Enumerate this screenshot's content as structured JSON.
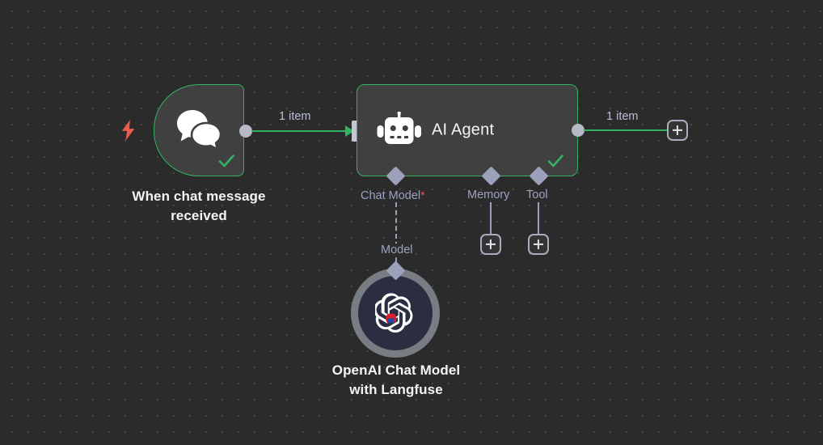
{
  "canvas": {
    "background_color": "#2b2b2b",
    "grid_dot_color": "#4a4a4a",
    "accent_success": "#32b362",
    "accent_trigger": "#ef5a4a",
    "node_fill": "#404040",
    "port_color": "#b6bac6"
  },
  "nodes": {
    "trigger": {
      "label": "When chat message\nreceived",
      "icon": "chat-bubbles-icon",
      "trigger_icon": "lightning-bolt-icon",
      "status_icon": "check-icon",
      "border_color": "#32b362"
    },
    "agent": {
      "title": "AI Agent",
      "icon": "robot-icon",
      "status_icon": "check-icon",
      "border_color": "#32b362"
    },
    "model": {
      "label": "OpenAI Chat Model\nwith Langfuse",
      "icon": "openai-logo-icon",
      "badge_icon": "magnet-icon",
      "ring_color": "#787d84",
      "inner_color": "#2b2e40"
    }
  },
  "connections": {
    "trigger_to_agent": {
      "label": "1 item"
    },
    "agent_to_next": {
      "label": "1 item"
    }
  },
  "sub_connections": [
    {
      "name": "chat-model",
      "label": "Chat Model",
      "required": true,
      "required_marker": "*",
      "style": "dashed",
      "target_label": "Model"
    },
    {
      "name": "memory",
      "label": "Memory",
      "required": false,
      "required_marker": "",
      "style": "solid",
      "target_label": ""
    },
    {
      "name": "tool",
      "label": "Tool",
      "required": false,
      "required_marker": "",
      "style": "solid",
      "target_label": ""
    }
  ],
  "buttons": {
    "add_memory": "+",
    "add_tool": "+",
    "add_next_node": "+"
  }
}
